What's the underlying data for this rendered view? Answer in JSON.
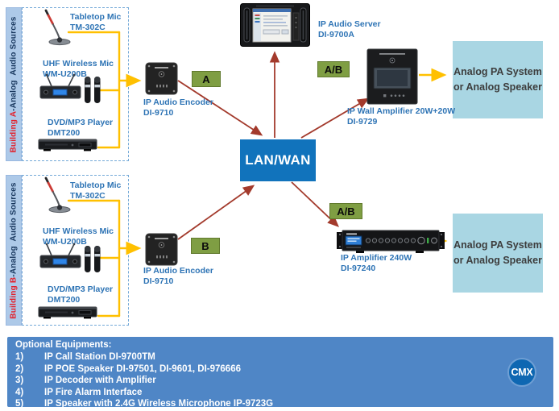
{
  "colors": {
    "network_blue": "#1173bc",
    "panel_blue": "#4f86c6",
    "pa_light_blue": "#a9d6e3",
    "badge_green": "#7f9e43",
    "arrow_red": "#a33a2c",
    "arrow_yellow": "#ffc000",
    "label_blue": "#2e74b5",
    "building_red": "#e3202a",
    "bar_blue": "#adc9e8"
  },
  "building_a": {
    "name_highlight": "Building A",
    "name_rest": "-Analog  Audio Sources",
    "sources": [
      {
        "name": "Tabletop Mic",
        "model": "TM-302C"
      },
      {
        "name": "UHF Wireless Mic",
        "model": "WM-U200B"
      },
      {
        "name": "DVD/MP3 Player",
        "model": "DMT200"
      }
    ],
    "encoder": {
      "name": "IP Audio Encoder",
      "model": "DI-9710"
    },
    "badge": "A"
  },
  "building_b": {
    "name_highlight": "Building B",
    "name_rest": "-Analog  Audio Sources",
    "sources": [
      {
        "name": "Tabletop Mic",
        "model": "TM-302C"
      },
      {
        "name": "UHF Wireless Mic",
        "model": "WM-U200B"
      },
      {
        "name": "DVD/MP3 Player",
        "model": "DMT200"
      }
    ],
    "encoder": {
      "name": "IP Audio Encoder",
      "model": "DI-9710"
    },
    "badge": "B"
  },
  "network": {
    "label": "LAN/WAN"
  },
  "server": {
    "name": "IP Audio Server",
    "model": "DI-9700A"
  },
  "wall_amplifier": {
    "name": "IP Wall Amplifier 20W+20W",
    "model": "DI-9729",
    "badge": "A/B"
  },
  "amplifier": {
    "name": "IP Amplifier 240W",
    "model": "DI-97240",
    "badge": "A/B"
  },
  "pa_system_top": {
    "line1": "Analog PA System",
    "line2": "or Analog Speaker"
  },
  "pa_system_bottom": {
    "line1": "Analog PA System",
    "line2": "or Analog Speaker"
  },
  "optional_equipment": {
    "title": "Optional Equipments:",
    "items": [
      {
        "num": "1)",
        "text": "IP Call Station DI-9700TM"
      },
      {
        "num": "2)",
        "text": "IP POE Speaker DI-97501, DI-9601, DI-976666"
      },
      {
        "num": "3)",
        "text": "IP Decoder with Amplifier"
      },
      {
        "num": "4)",
        "text": "IP Fire Alarm Interface"
      },
      {
        "num": "5)",
        "text": "IP Speaker with 2.4G Wireless Microphone IP-9723G"
      }
    ]
  },
  "logo": {
    "text": "CMX"
  }
}
